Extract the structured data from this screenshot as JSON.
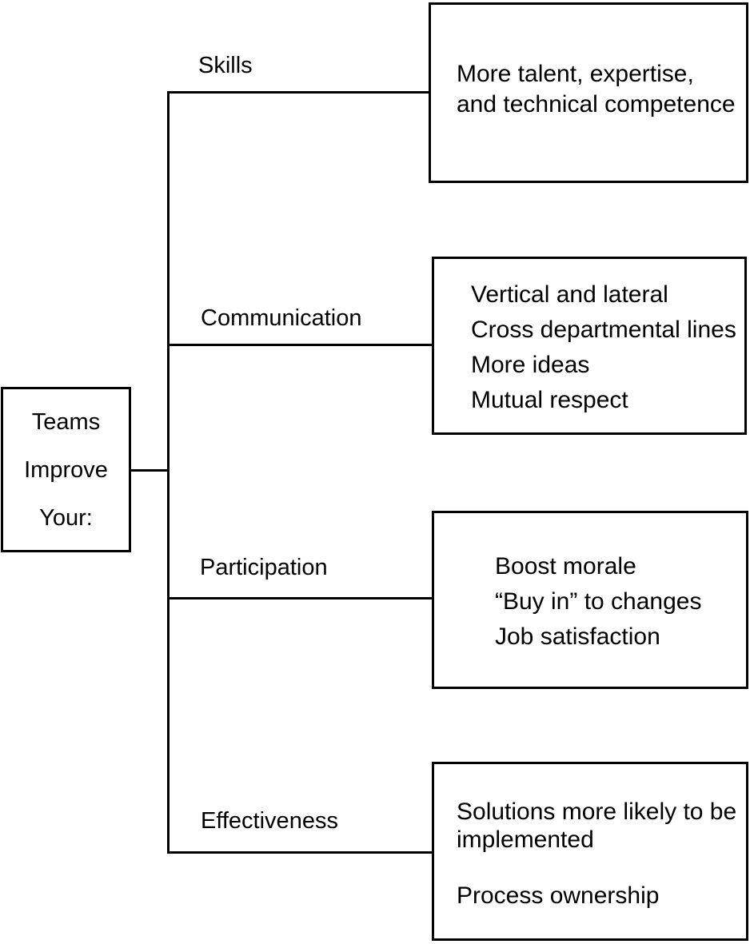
{
  "diagram": {
    "title": "Teams Improve Your:",
    "root": {
      "lines": [
        "Teams",
        "Improve",
        "Your:"
      ],
      "line_0": "Teams",
      "line_1": "Improve",
      "line_2": "Your:"
    },
    "branches": [
      {
        "label": "Skills",
        "detail_text": "More talent, expertise,\nand technical competence",
        "detail_lines": [
          "More talent, expertise,",
          "and technical competence"
        ]
      },
      {
        "label": "Communication",
        "detail_text": "Vertical and lateral\nCross departmental lines\nMore ideas\nMutual respect",
        "detail_lines": [
          "Vertical and lateral",
          "Cross departmental lines",
          "More ideas",
          "Mutual respect"
        ]
      },
      {
        "label": "Participation",
        "detail_text": "Boost morale\n“Buy in” to changes\nJob satisfaction",
        "detail_lines": [
          "Boost morale",
          "“Buy in” to changes",
          "Job satisfaction"
        ]
      },
      {
        "label": "Effectiveness",
        "detail_text": "Solutions more likely to be\nimplemented\n\nProcess ownership",
        "detail_lines": [
          "Solutions more likely to be",
          "implemented",
          "",
          "Process ownership"
        ]
      }
    ],
    "colors": {
      "background": "#ffffff",
      "line": "#000000",
      "text": "#000000"
    }
  }
}
